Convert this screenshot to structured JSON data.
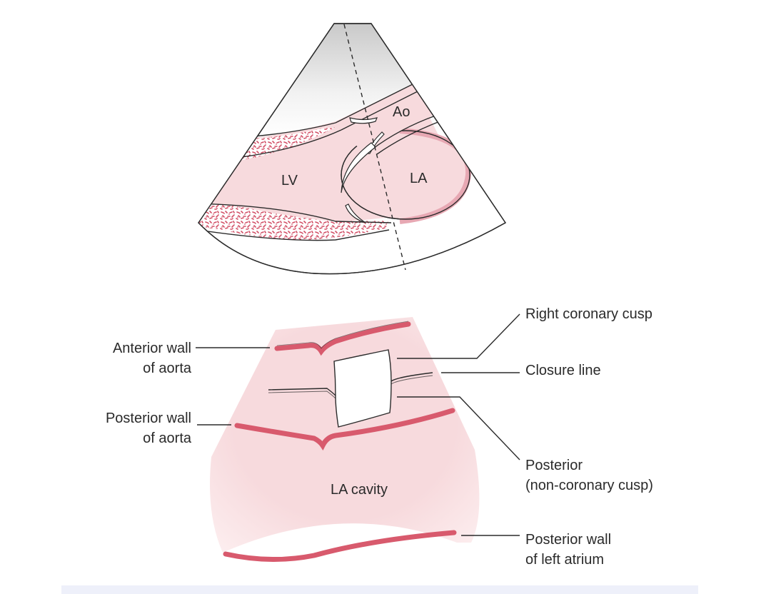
{
  "top_diagram": {
    "labels": {
      "ao": "Ao",
      "lv": "LV",
      "la": "LA"
    }
  },
  "bottom_diagram": {
    "labels": {
      "la_cavity": "LA cavity",
      "anterior_wall_line1": "Anterior wall",
      "anterior_wall_line2": "of aorta",
      "posterior_wall_aorta_line1": "Posterior wall",
      "posterior_wall_aorta_line2": "of aorta",
      "right_coronary_cusp": "Right coronary cusp",
      "closure_line": "Closure line",
      "posterior_cusp_line1": "Posterior",
      "posterior_cusp_line2": "(non-coronary cusp)",
      "posterior_wall_la_line1": "Posterior wall",
      "posterior_wall_la_line2": "of left atrium"
    }
  },
  "colors": {
    "tissue_pink": "#f7dadd",
    "wall_red": "#d85a6d",
    "outline": "#2b2b2b",
    "caption_bg": "#eef0fa"
  }
}
